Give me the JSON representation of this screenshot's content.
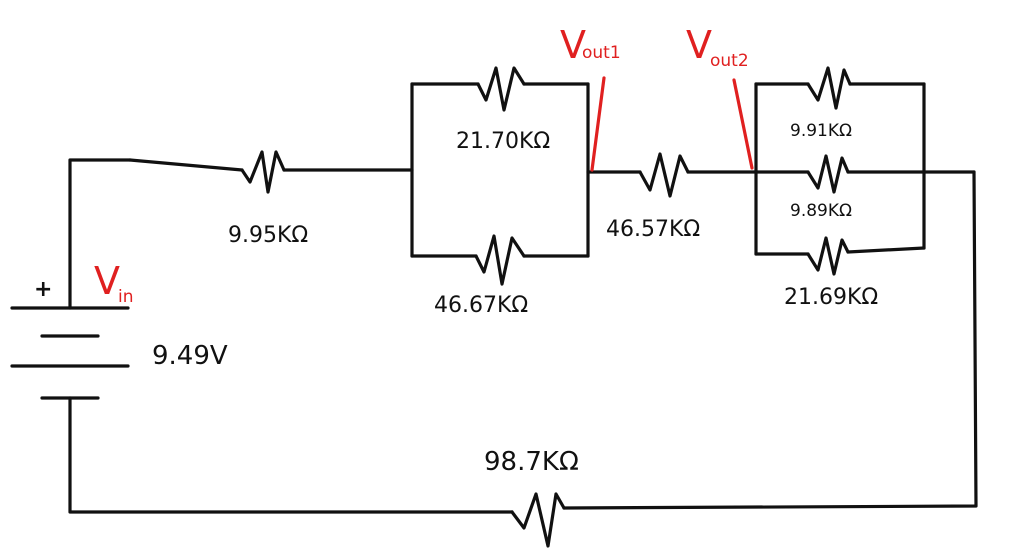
{
  "battery": {
    "plus_sign": "+",
    "voltage": "9.49V"
  },
  "nodes": {
    "vin": {
      "main": "V",
      "sub": "in"
    },
    "vout1": {
      "main": "V",
      "sub": "out1"
    },
    "vout2": {
      "main": "V",
      "sub": "out2"
    }
  },
  "resistors": {
    "r_series_1": "9.95KΩ",
    "r_par1_top": "21.70KΩ",
    "r_par1_bottom": "46.67KΩ",
    "r_series_2": "46.57KΩ",
    "r_par2_top": "9.91KΩ",
    "r_par2_mid": "9.89KΩ",
    "r_par2_bottom": "21.69KΩ",
    "r_bottom": "98.7KΩ"
  },
  "colors": {
    "wire": "#111111",
    "probe": "#e02020"
  }
}
